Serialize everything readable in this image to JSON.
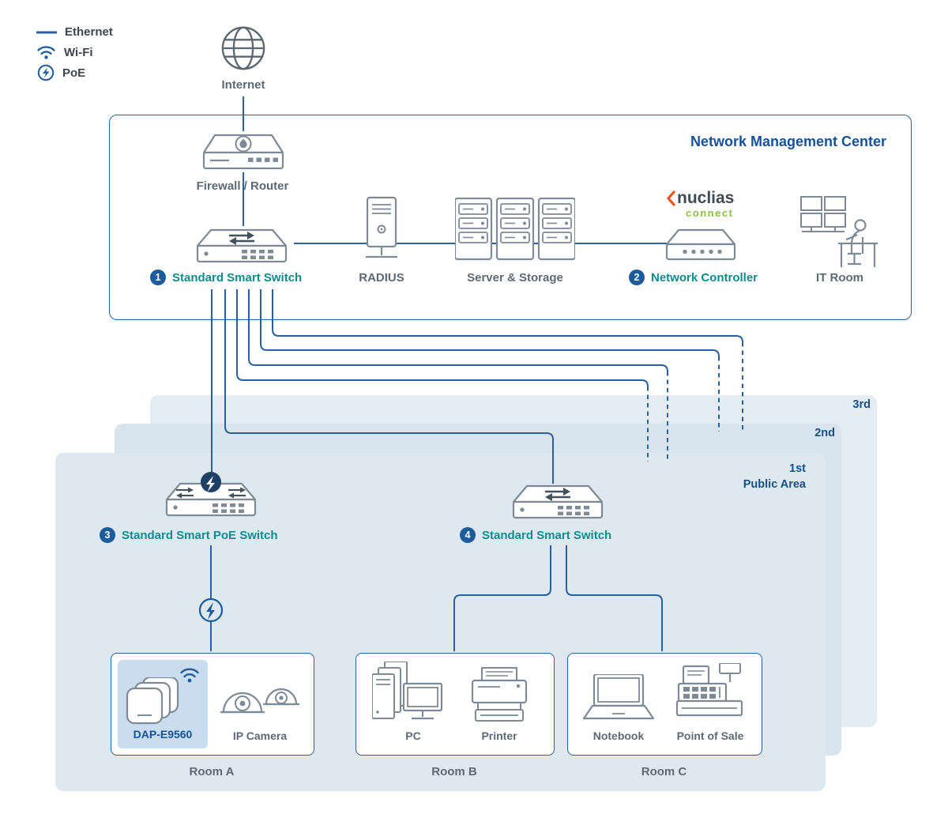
{
  "legend": {
    "ethernet": "Ethernet",
    "wifi": "Wi-Fi",
    "poe": "PoE"
  },
  "internet": {
    "label": "Internet"
  },
  "nmc": {
    "title": "Network Management Center",
    "firewall": {
      "label": "Firewall / Router"
    },
    "switch1": {
      "badge": "1",
      "label": "Standard Smart Switch"
    },
    "radius": {
      "label": "RADIUS"
    },
    "servers": {
      "label": "Server & Storage"
    },
    "nuclias": {
      "brand": "nuclias",
      "sub": "connect"
    },
    "controller": {
      "badge": "2",
      "label": "Network Controller"
    },
    "itroom": {
      "label": "IT Room"
    }
  },
  "floors": {
    "third": "3rd",
    "second": "2nd",
    "first": "1st",
    "area": "Public Area"
  },
  "floor1": {
    "switch3": {
      "badge": "3",
      "label": "Standard Smart PoE Switch"
    },
    "switch4": {
      "badge": "4",
      "label": "Standard Smart Switch"
    }
  },
  "rooms": {
    "a": {
      "name": "Room A",
      "ap": "DAP-E9560",
      "camera": "IP Camera"
    },
    "b": {
      "name": "Room B",
      "pc": "PC",
      "printer": "Printer"
    },
    "c": {
      "name": "Room C",
      "notebook": "Notebook",
      "pos": "Point of Sale"
    }
  },
  "icons": [
    "ethernet-line-icon",
    "wifi-legend-icon",
    "poe-legend-icon",
    "internet-globe-icon",
    "firewall-router-icon",
    "smart-switch-icon",
    "radius-server-icon",
    "server-storage-icon",
    "nuclias-chevron-icon",
    "network-controller-icon",
    "it-room-icon",
    "poe-switch-icon",
    "poe-bolt-icon",
    "access-point-stack-icon",
    "wifi-signal-icon",
    "ip-camera-icon",
    "pc-icon",
    "printer-icon",
    "notebook-icon",
    "point-of-sale-icon"
  ],
  "colors": {
    "line_blue": "#2b5f9e",
    "accent_blue": "#15509a",
    "teal": "#0d8c8e",
    "badge_blue": "#1d5c9c",
    "icon_gray": "#7e8a95",
    "label_gray": "#5d6a75",
    "panel_light": "#dde8f0",
    "dap_cell_blue": "#c9ddee",
    "nuclias_orange": "#e8531f",
    "nuclias_green": "#8cbf3f"
  }
}
